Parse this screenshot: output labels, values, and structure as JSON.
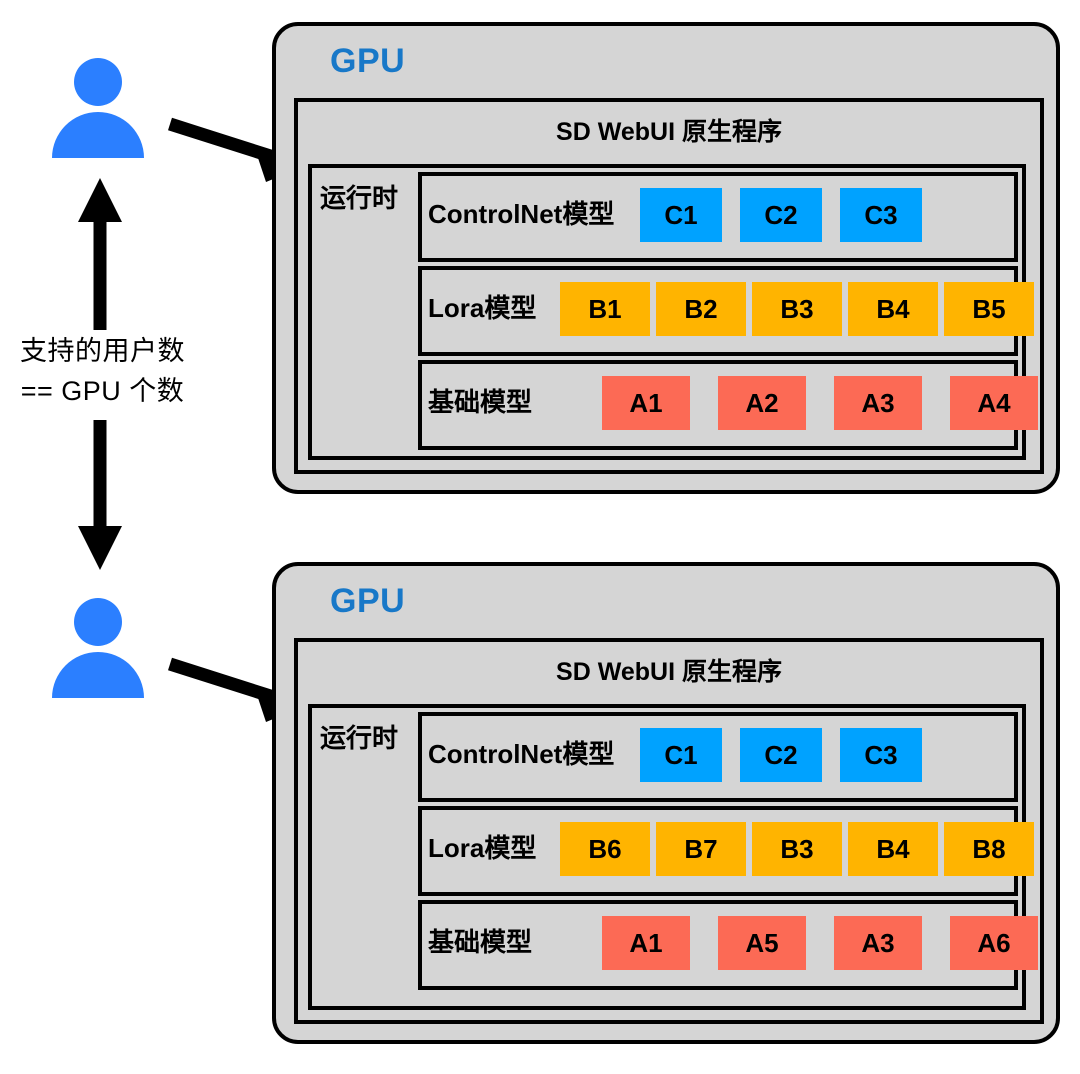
{
  "diagram": {
    "title_hidden": "",
    "connector_label": {
      "line1": "支持的用户数",
      "line2": "== GPU 个数"
    },
    "colors": {
      "gpu_label": "#1878c8",
      "user_icon": "#2b7fff",
      "panel_fill": "#d5d5d5",
      "border": "#000000",
      "controlnet_chip": "#00a2ff",
      "lora_chip": "#ffb400",
      "base_chip": "#fc6a55",
      "page_background": "#ffffff"
    },
    "panels": [
      {
        "gpu_label": "GPU",
        "webui_label": "SD WebUI 原生程序",
        "runtime_label": "运行时",
        "rows": [
          {
            "label": "ControlNet模型",
            "kind": "controlnet",
            "chips": [
              "C1",
              "C2",
              "C3"
            ]
          },
          {
            "label": "Lora模型",
            "kind": "lora",
            "chips": [
              "B1",
              "B2",
              "B3",
              "B4",
              "B5"
            ]
          },
          {
            "label": "基础模型",
            "kind": "base",
            "chips": [
              "A1",
              "A2",
              "A3",
              "A4"
            ]
          }
        ]
      },
      {
        "gpu_label": "GPU",
        "webui_label": "SD WebUI 原生程序",
        "runtime_label": "运行时",
        "rows": [
          {
            "label": "ControlNet模型",
            "kind": "controlnet",
            "chips": [
              "C1",
              "C2",
              "C3"
            ]
          },
          {
            "label": "Lora模型",
            "kind": "lora",
            "chips": [
              "B6",
              "B7",
              "B3",
              "B4",
              "B8"
            ]
          },
          {
            "label": "基础模型",
            "kind": "base",
            "chips": [
              "A1",
              "A5",
              "A3",
              "A6"
            ]
          }
        ]
      }
    ]
  }
}
